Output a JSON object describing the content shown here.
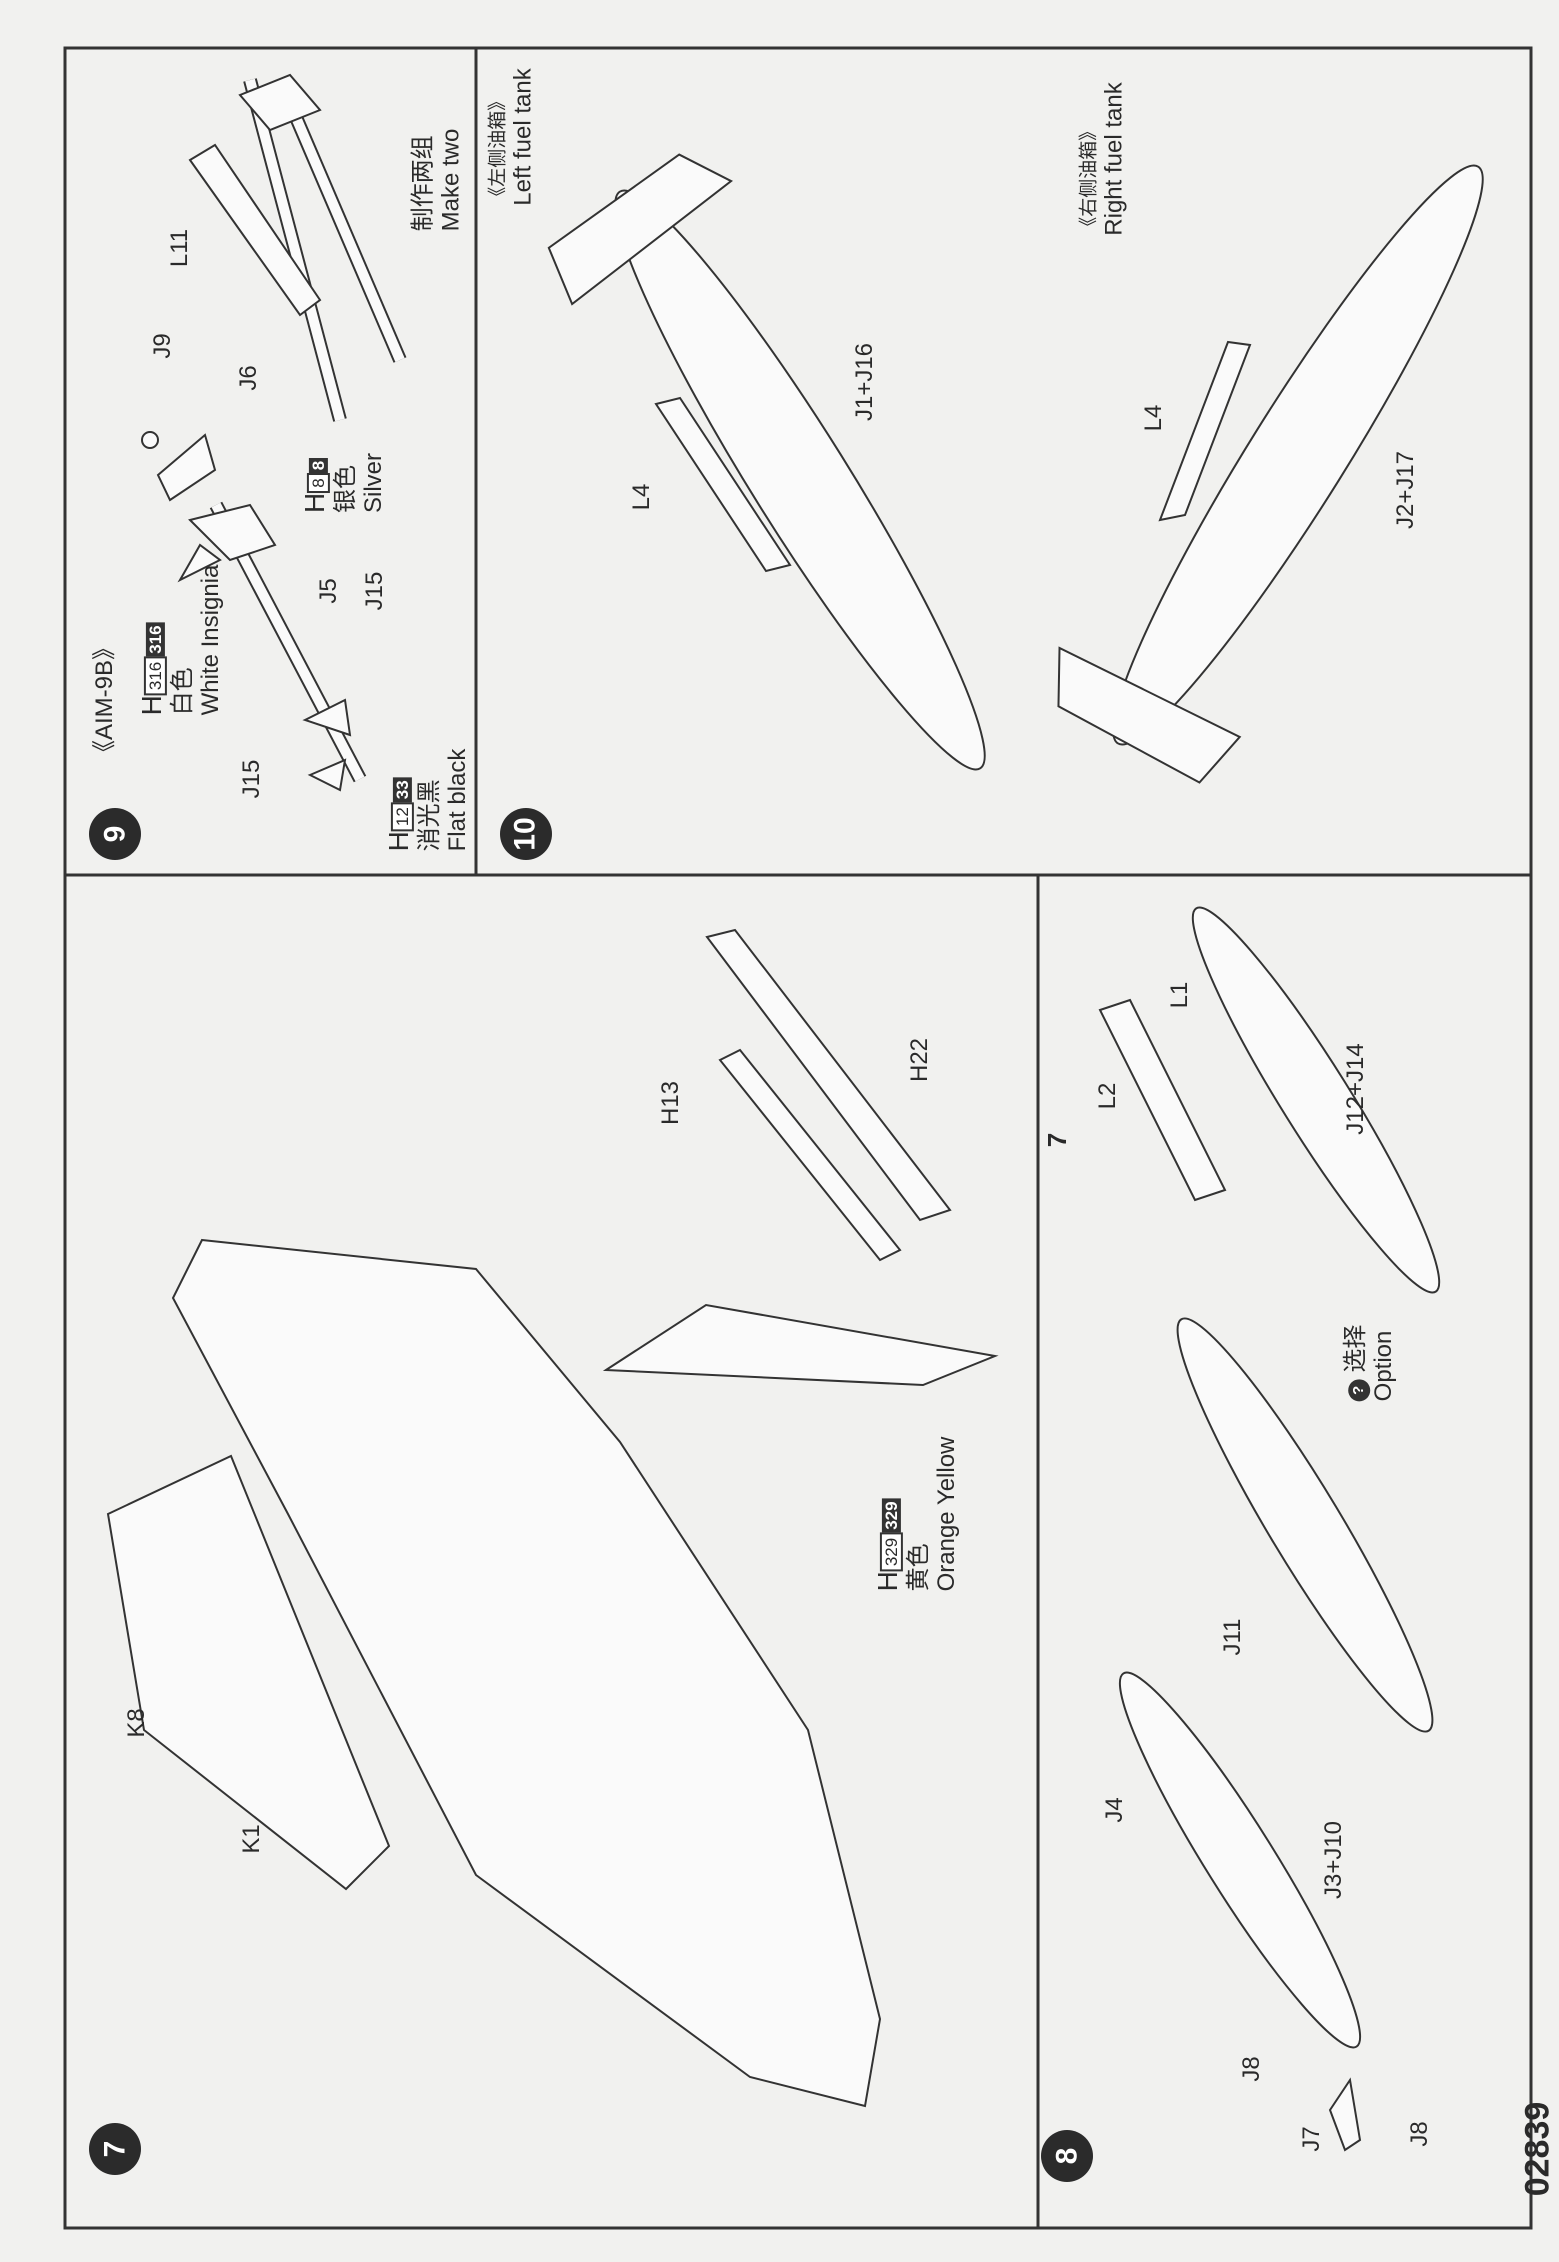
{
  "document": {
    "code": "02839",
    "page_number": "7"
  },
  "step9": {
    "number": "9",
    "title": "《AIM-9B》",
    "parts": {
      "j15a": "J15",
      "j15b": "J15",
      "j5": "J5",
      "j6": "J6",
      "j9": "J9",
      "l11": "L11"
    },
    "paint_white": {
      "prefix": "H",
      "code1": "316",
      "code2": "316",
      "cn": "白色",
      "en": "White Insignia"
    },
    "paint_black": {
      "prefix": "H",
      "code1": "12",
      "code2": "33",
      "cn": "消光黑",
      "en": "Flat black"
    },
    "paint_silver": {
      "prefix": "H",
      "code1": "8",
      "code2": "8",
      "cn": "银色",
      "en": "Silver"
    },
    "note": {
      "cn": "制作两组",
      "en": "Make two"
    }
  },
  "step10": {
    "number": "10",
    "left_title": {
      "cn": "《左侧油箱》",
      "en": "Left fuel tank"
    },
    "right_title": {
      "cn": "《右侧油箱》",
      "en": "Right fuel tank"
    },
    "parts": {
      "j1j16": "J1+J16",
      "l4a": "L4",
      "l4b": "L4",
      "j2j17": "J2+J17"
    }
  },
  "step7": {
    "number": "7",
    "parts": {
      "k8": "K8",
      "k1": "K1",
      "h13": "H13",
      "h22": "H22"
    },
    "paint_yellow": {
      "prefix": "H",
      "code1": "329",
      "code2": "329",
      "cn": "黄色",
      "en": "Orange Yellow"
    }
  },
  "step8": {
    "number": "8",
    "parts": {
      "l1": "L1",
      "l2": "L2",
      "j12j14": "J12+J14",
      "j11": "J11",
      "j4": "J4",
      "j3j10": "J3+J10",
      "j8a": "J8",
      "j7": "J7",
      "j8b": "J8"
    },
    "option": {
      "icon": "?",
      "cn": "选择",
      "en": "Option"
    }
  }
}
